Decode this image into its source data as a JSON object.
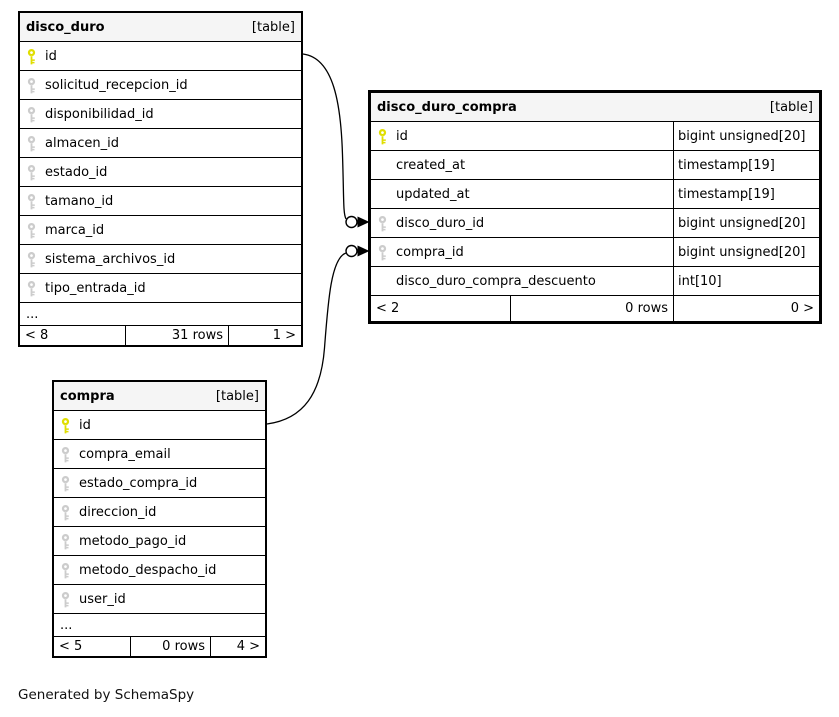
{
  "page": {
    "note": "Generated by SchemaSpy"
  },
  "colors": {
    "primary_key": "#e0de00",
    "foreign_key": "#cccccc",
    "header_bg": "#f5f5f5",
    "border": "#000000"
  },
  "icons": {
    "primary_key": "yellow-key-icon",
    "gray_key": "gray-key-icon",
    "relationship_end": "open-circle-with-arrowhead"
  },
  "tables": [
    {
      "name": "disco_duro",
      "badge": "[table]",
      "columns": [
        {
          "name": "id",
          "icon": "primary-key"
        },
        {
          "name": "solicitud_recepcion_id",
          "icon": "gray-key"
        },
        {
          "name": "disponibilidad_id",
          "icon": "gray-key"
        },
        {
          "name": "almacen_id",
          "icon": "gray-key"
        },
        {
          "name": "estado_id",
          "icon": "gray-key"
        },
        {
          "name": "tamano_id",
          "icon": "gray-key"
        },
        {
          "name": "marca_id",
          "icon": "gray-key"
        },
        {
          "name": "sistema_archivos_id",
          "icon": "gray-key"
        },
        {
          "name": "tipo_entrada_id",
          "icon": "gray-key"
        }
      ],
      "ellipsis": "...",
      "footer": {
        "left": "< 8",
        "center": "31 rows",
        "right": "1 >"
      }
    },
    {
      "name": "disco_duro_compra",
      "badge": "[table]",
      "columns": [
        {
          "name": "id",
          "icon": "primary-key",
          "type": "bigint unsigned[20]"
        },
        {
          "name": "created_at",
          "icon": "none",
          "type": "timestamp[19]"
        },
        {
          "name": "updated_at",
          "icon": "none",
          "type": "timestamp[19]"
        },
        {
          "name": "disco_duro_id",
          "icon": "gray-key",
          "type": "bigint unsigned[20]"
        },
        {
          "name": "compra_id",
          "icon": "gray-key",
          "type": "bigint unsigned[20]"
        },
        {
          "name": "disco_duro_compra_descuento",
          "icon": "none",
          "type": "int[10]"
        }
      ],
      "footer": {
        "left": "< 2",
        "center": "0 rows",
        "right": "0 >"
      }
    },
    {
      "name": "compra",
      "badge": "[table]",
      "columns": [
        {
          "name": "id",
          "icon": "primary-key"
        },
        {
          "name": "compra_email",
          "icon": "gray-key"
        },
        {
          "name": "estado_compra_id",
          "icon": "gray-key"
        },
        {
          "name": "direccion_id",
          "icon": "gray-key"
        },
        {
          "name": "metodo_pago_id",
          "icon": "gray-key"
        },
        {
          "name": "metodo_despacho_id",
          "icon": "gray-key"
        },
        {
          "name": "user_id",
          "icon": "gray-key"
        }
      ],
      "ellipsis": "...",
      "footer": {
        "left": "< 5",
        "center": "0 rows",
        "right": "4 >"
      }
    }
  ],
  "relationships": [
    {
      "from": "disco_duro.id",
      "to": "disco_duro_compra.disco_duro_id"
    },
    {
      "from": "compra.id",
      "to": "disco_duro_compra.compra_id"
    }
  ]
}
